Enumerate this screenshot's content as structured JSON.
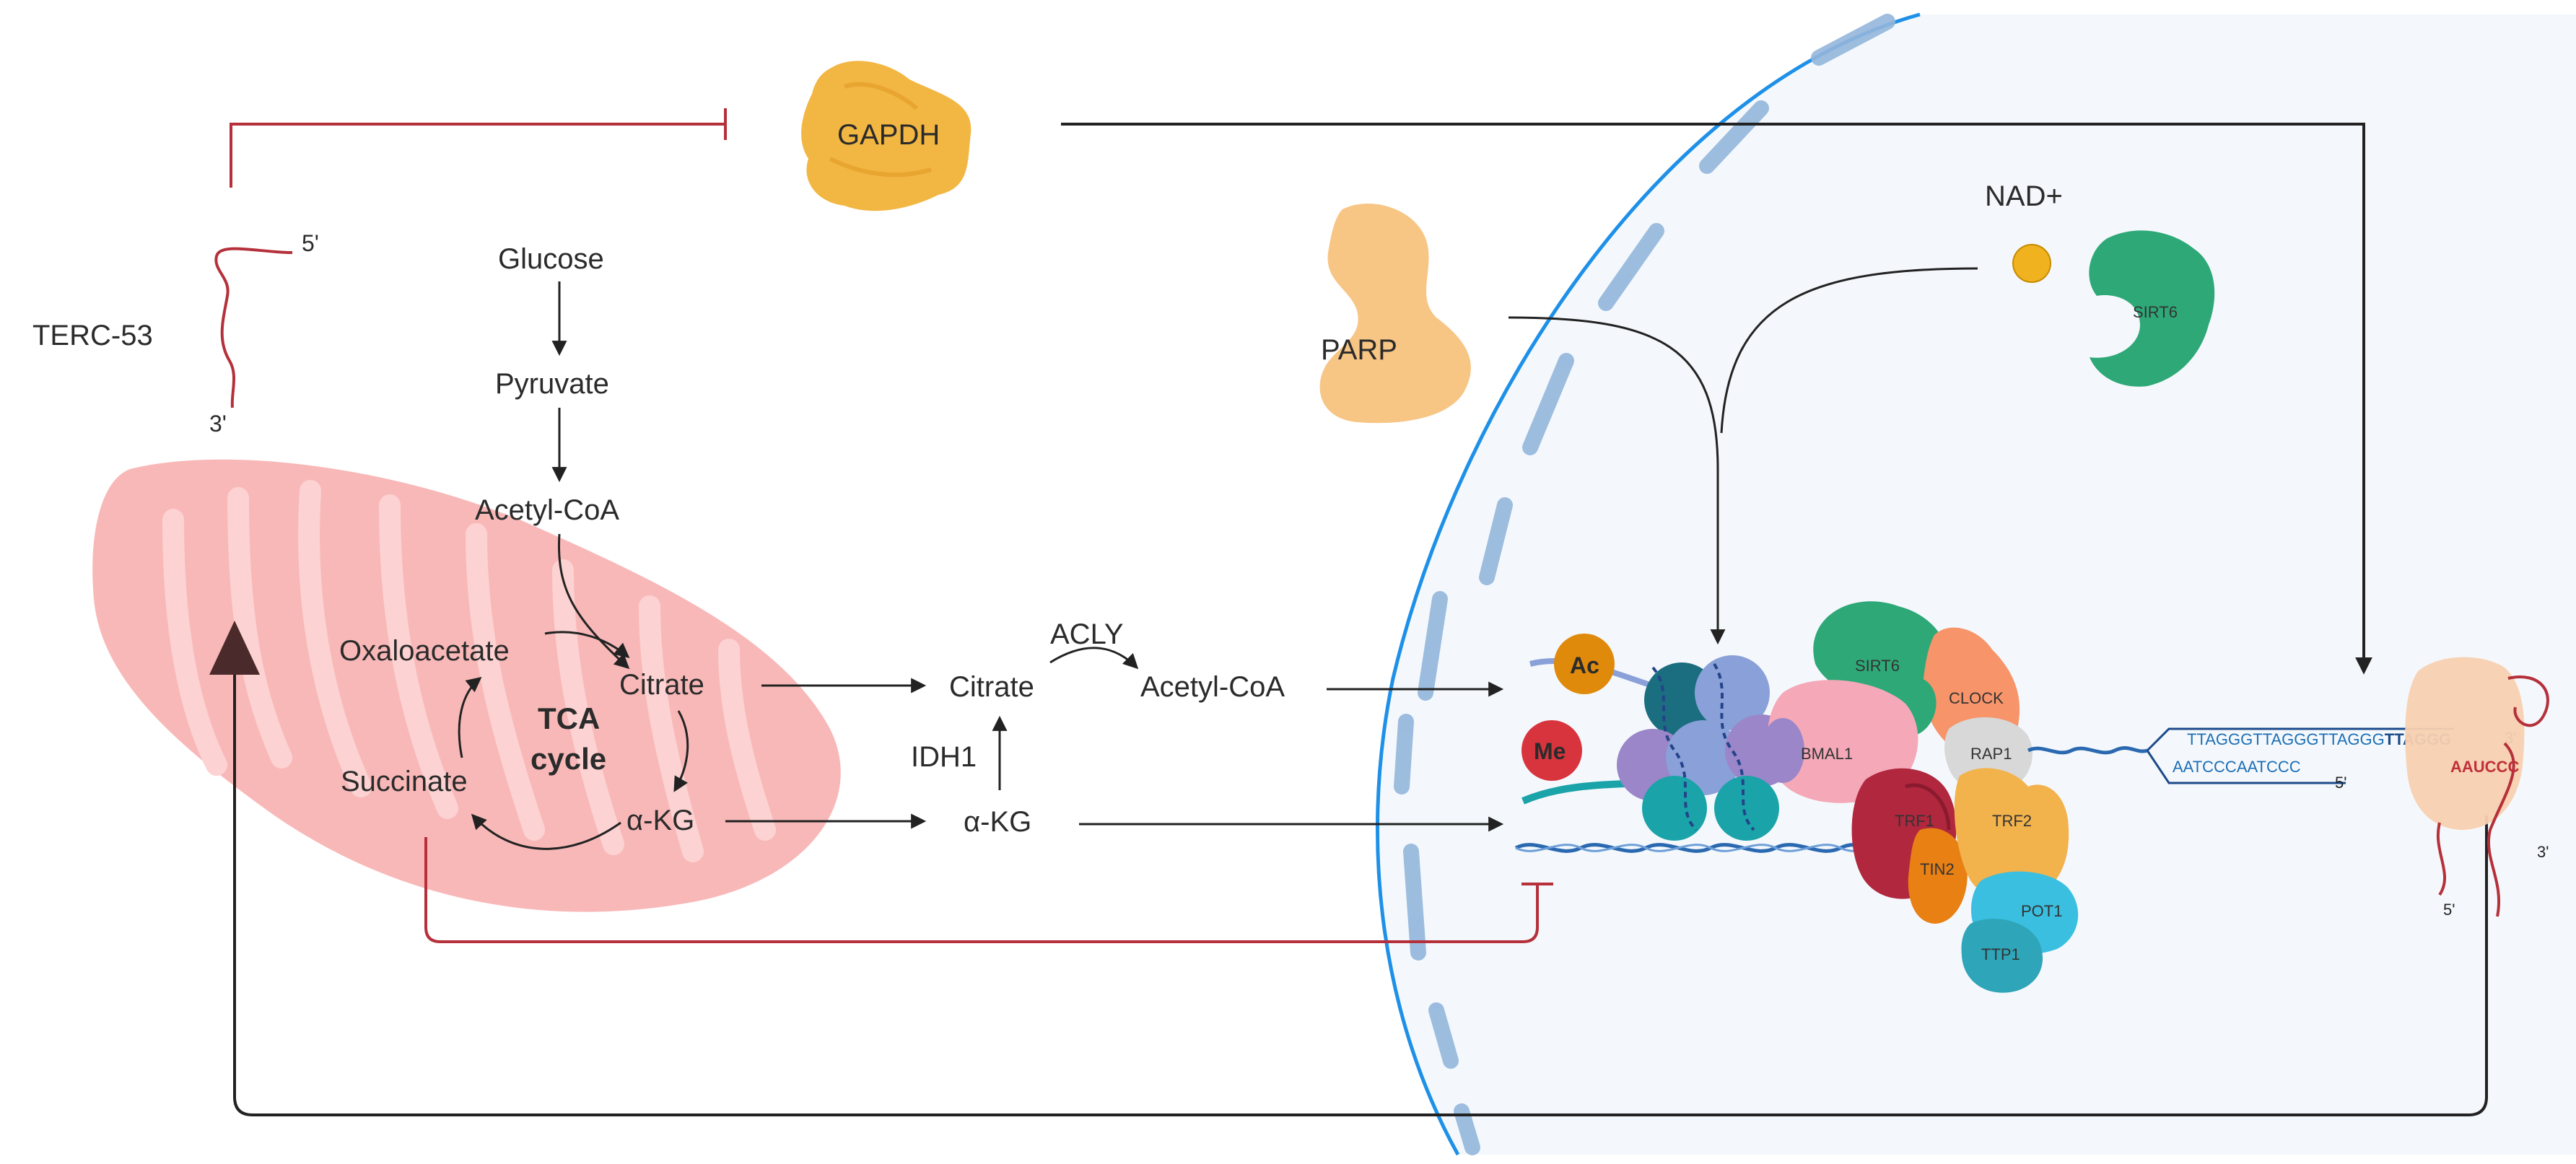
{
  "labels": {
    "gapdh": "GAPDH",
    "terc": "TERC-53",
    "five_prime": "5'",
    "three_prime": "3'",
    "glucose": "Glucose",
    "pyruvate": "Pyruvate",
    "acetyl_coa_mito": "Acetyl-CoA",
    "oxaloacetate": "Oxaloacetate",
    "citrate_mito": "Citrate",
    "tca_line1": "TCA",
    "tca_line2": "cycle",
    "succinate": "Succinate",
    "akg_mito": "α-KG",
    "citrate_cyto": "Citrate",
    "acly": "ACLY",
    "acetyl_coa_cyto": "Acetyl-CoA",
    "idh1": "IDH1",
    "akg_cyto": "α-KG",
    "parp": "PARP",
    "nad": "NAD+",
    "sirt6_free": "SIRT6",
    "ac": "Ac",
    "me": "Me",
    "sirt6_bound": "SIRT6",
    "clock": "CLOCK",
    "bmal1": "BMAL1",
    "rap1": "RAP1",
    "trf1": "TRF1",
    "tin2": "TIN2",
    "trf2": "TRF2",
    "pot1": "POT1",
    "tpp1": "TTP1",
    "seq_top_normal": "TTAGGGTTAGGGTTAGGG",
    "seq_top_bold": "TTAGGG",
    "seq_bottom": "AATCCCAATCCC",
    "seq_rna": "AAUCCC",
    "tel_three_prime": "3'",
    "tel_five_prime": "5'",
    "rna_five_prime": "5'",
    "rna_three_prime": "3'"
  },
  "colors": {
    "mito_fill": "#f9b8b8",
    "mito_crista": "#fcd2d2",
    "nucleus_fill": "#f4f8fc",
    "nuclear_membrane": "#1e90e8",
    "nuclear_pore": "#93b6dc",
    "inhibit_red": "#b5303a",
    "arrow": "#222222",
    "gapdh": "#f2b642",
    "parp": "#f7c584",
    "sirt6": "#2ea877",
    "nad": "#f0b21e",
    "ac": "#e08a0c",
    "me": "#d8343e",
    "bmal1": "#f4a8b8",
    "clock": "#f7946a",
    "rap1": "#d8d8d8",
    "trf1": "#b0273e",
    "tin2": "#e88014",
    "trf2": "#f2b24c",
    "pot1": "#3bbfe0",
    "tpp1": "#2ea5b8",
    "histone_a": "#8aa0d8",
    "histone_b": "#9a86c8",
    "histone_c": "#1aa3a8",
    "histone_d": "#1b6d80",
    "seq_blue": "#1c6fb5",
    "seq_red": "#c0303a",
    "telomerase": "#f8d0b0"
  }
}
